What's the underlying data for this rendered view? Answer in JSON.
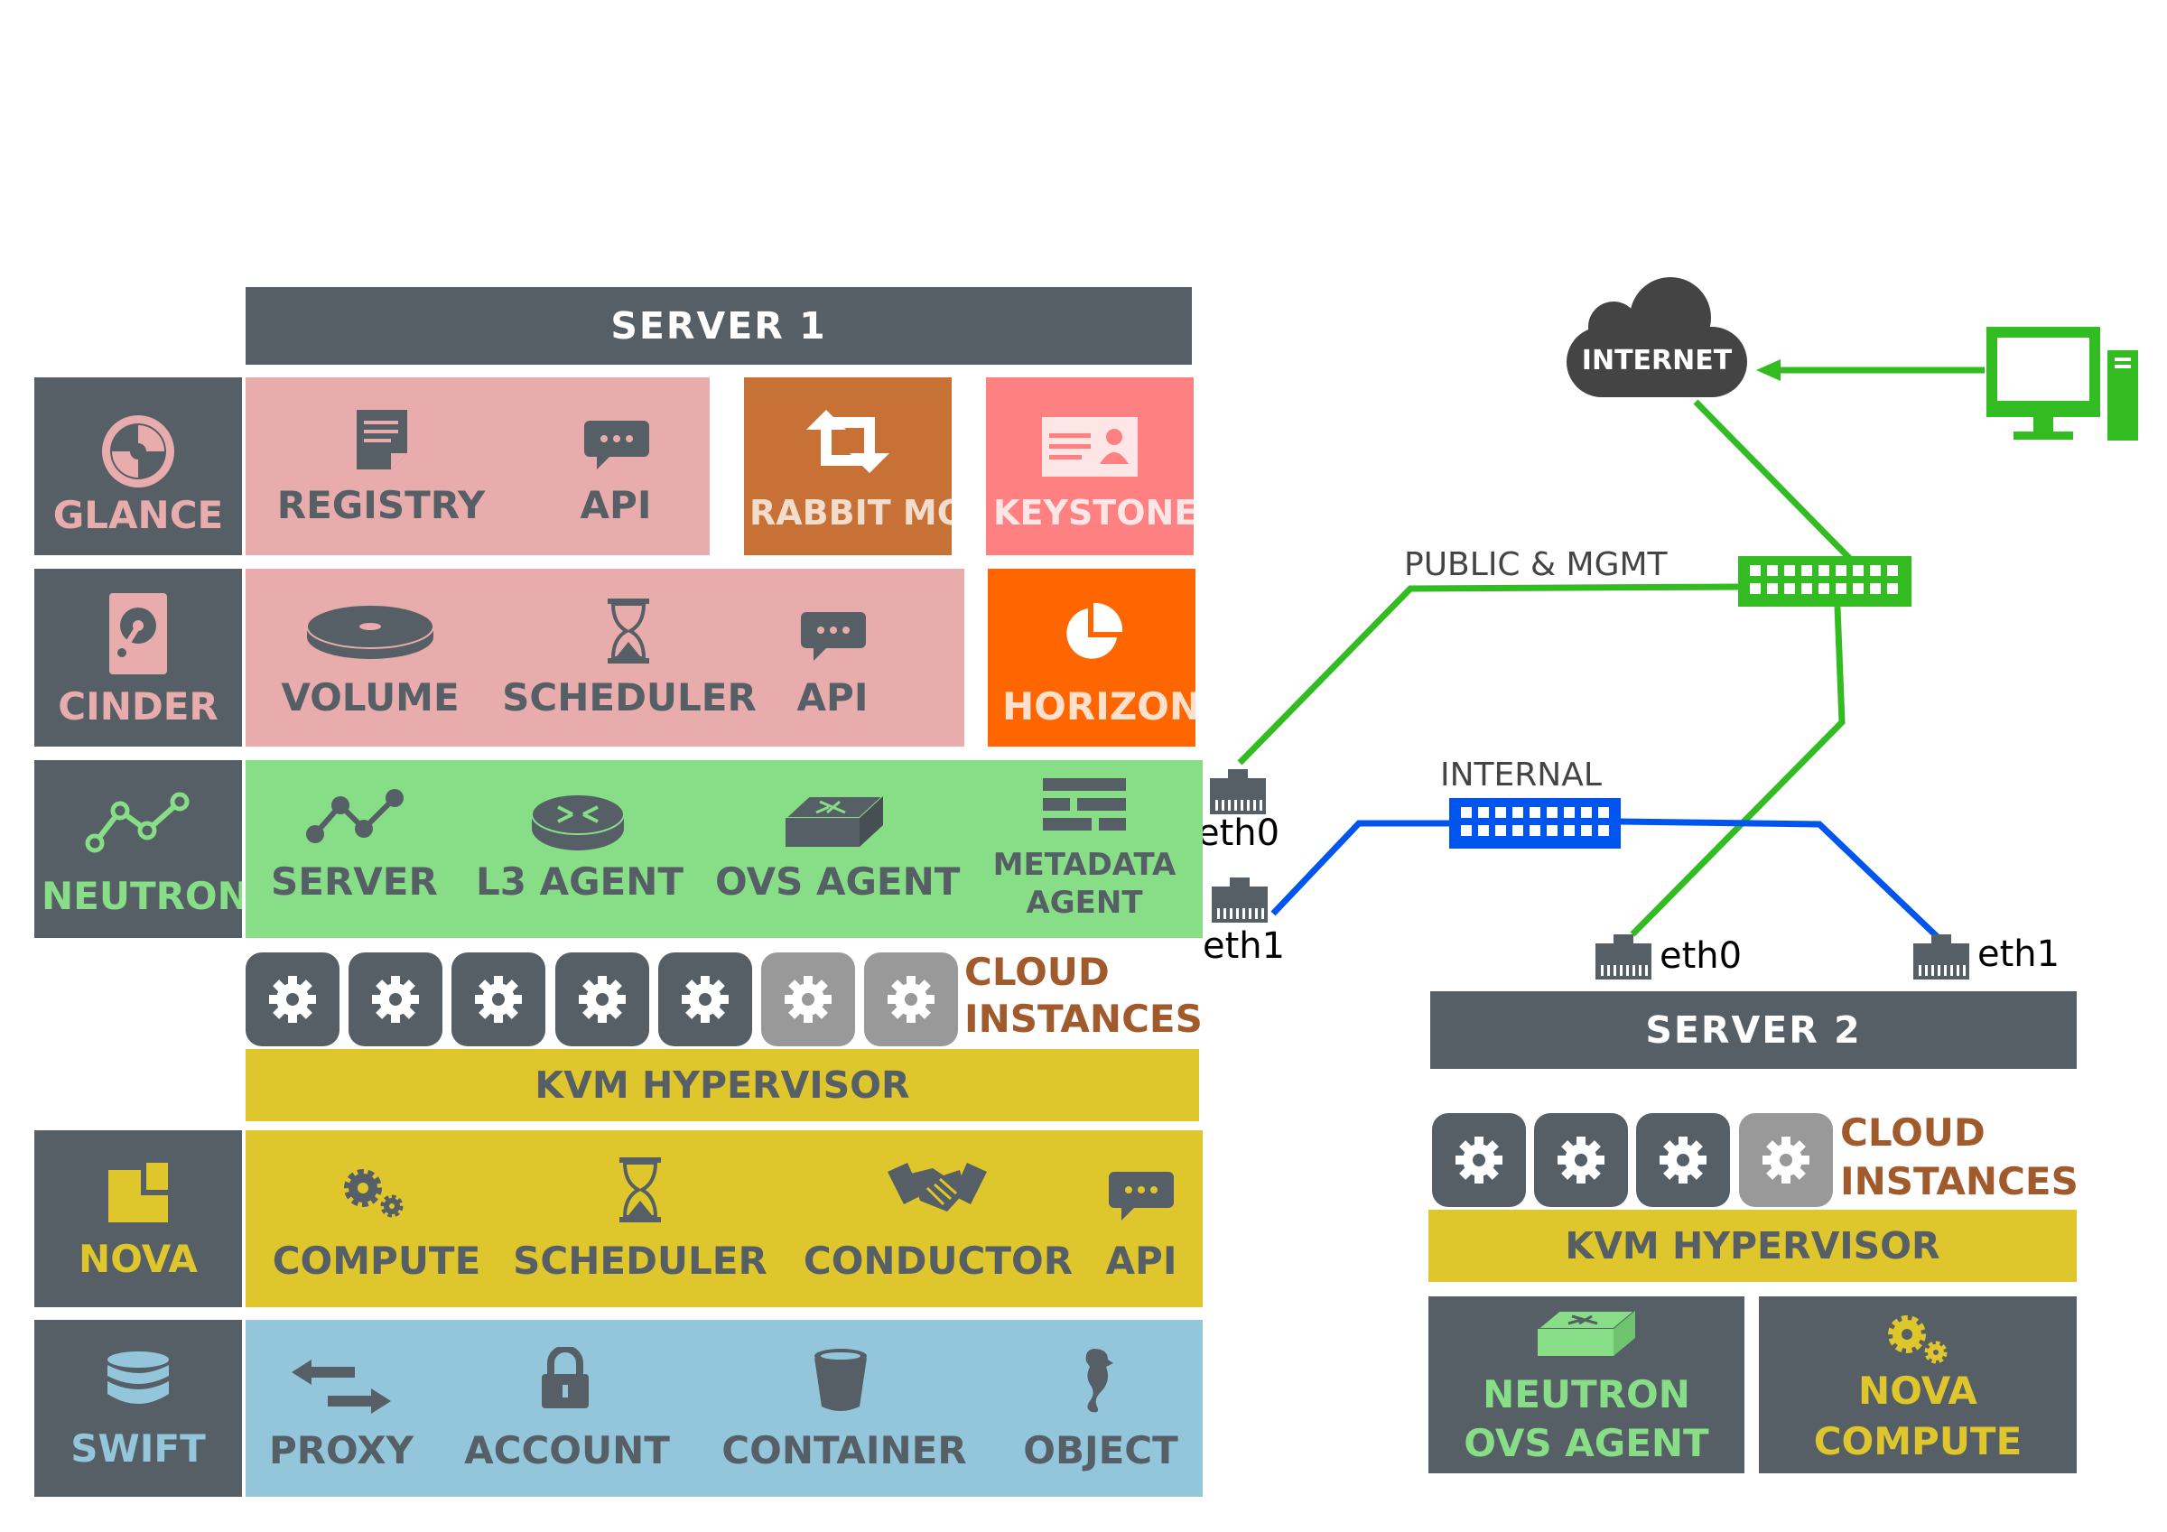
{
  "server1": {
    "title": "SERVER 1",
    "glance": {
      "name": "GLANCE",
      "registry": "REGISTRY",
      "api": "API"
    },
    "rabbitmq": "RABBIT MQ",
    "keystone": "KEYSTONE",
    "cinder": {
      "name": "CINDER",
      "volume": "VOLUME",
      "scheduler": "SCHEDULER",
      "api": "API"
    },
    "horizon": "HORIZON",
    "neutron": {
      "name": "NEUTRON",
      "server": "SERVER",
      "l3_agent": "L3 AGENT",
      "ovs_agent": "OVS AGENT",
      "metadata_agent_line1": "METADATA",
      "metadata_agent_line2": "AGENT"
    },
    "cloud_instances_line1": "CLOUD",
    "cloud_instances_line2": "INSTANCES",
    "hypervisor": "KVM HYPERVISOR",
    "nova": {
      "name": "NOVA",
      "compute": "COMPUTE",
      "scheduler": "SCHEDULER",
      "conductor": "CONDUCTOR",
      "api": "API"
    },
    "swift": {
      "name": "SWIFT",
      "proxy": "PROXY",
      "account": "ACCOUNT",
      "container": "CONTAINER",
      "object": "OBJECT"
    },
    "eth0": "eth0",
    "eth1": "eth1"
  },
  "server2": {
    "title": "SERVER 2",
    "cloud_instances_line1": "CLOUD",
    "cloud_instances_line2": "INSTANCES",
    "hypervisor": "KVM HYPERVISOR",
    "neutron_ovs_line1": "NEUTRON",
    "neutron_ovs_line2": "OVS AGENT",
    "nova_compute_line1": "NOVA",
    "nova_compute_line2": "COMPUTE",
    "eth0": "eth0",
    "eth1": "eth1"
  },
  "network": {
    "internet": "INTERNET",
    "public_mgmt": "PUBLIC & MGMT",
    "internal": "INTERNAL"
  },
  "colors": {
    "dark": "#555f65",
    "glance_pink": "#e8acac",
    "rabbitmq": "#c87137",
    "keystone": "#ff8080",
    "horizon": "#ff6600",
    "neutron_green": "#87de87",
    "hypervisor_yellow": "#dfc62c",
    "swift_blue": "#93c6db",
    "cloud_brown": "#a05a2c",
    "public_net_green": "#33bb22",
    "internal_net_blue": "#0055ee"
  }
}
